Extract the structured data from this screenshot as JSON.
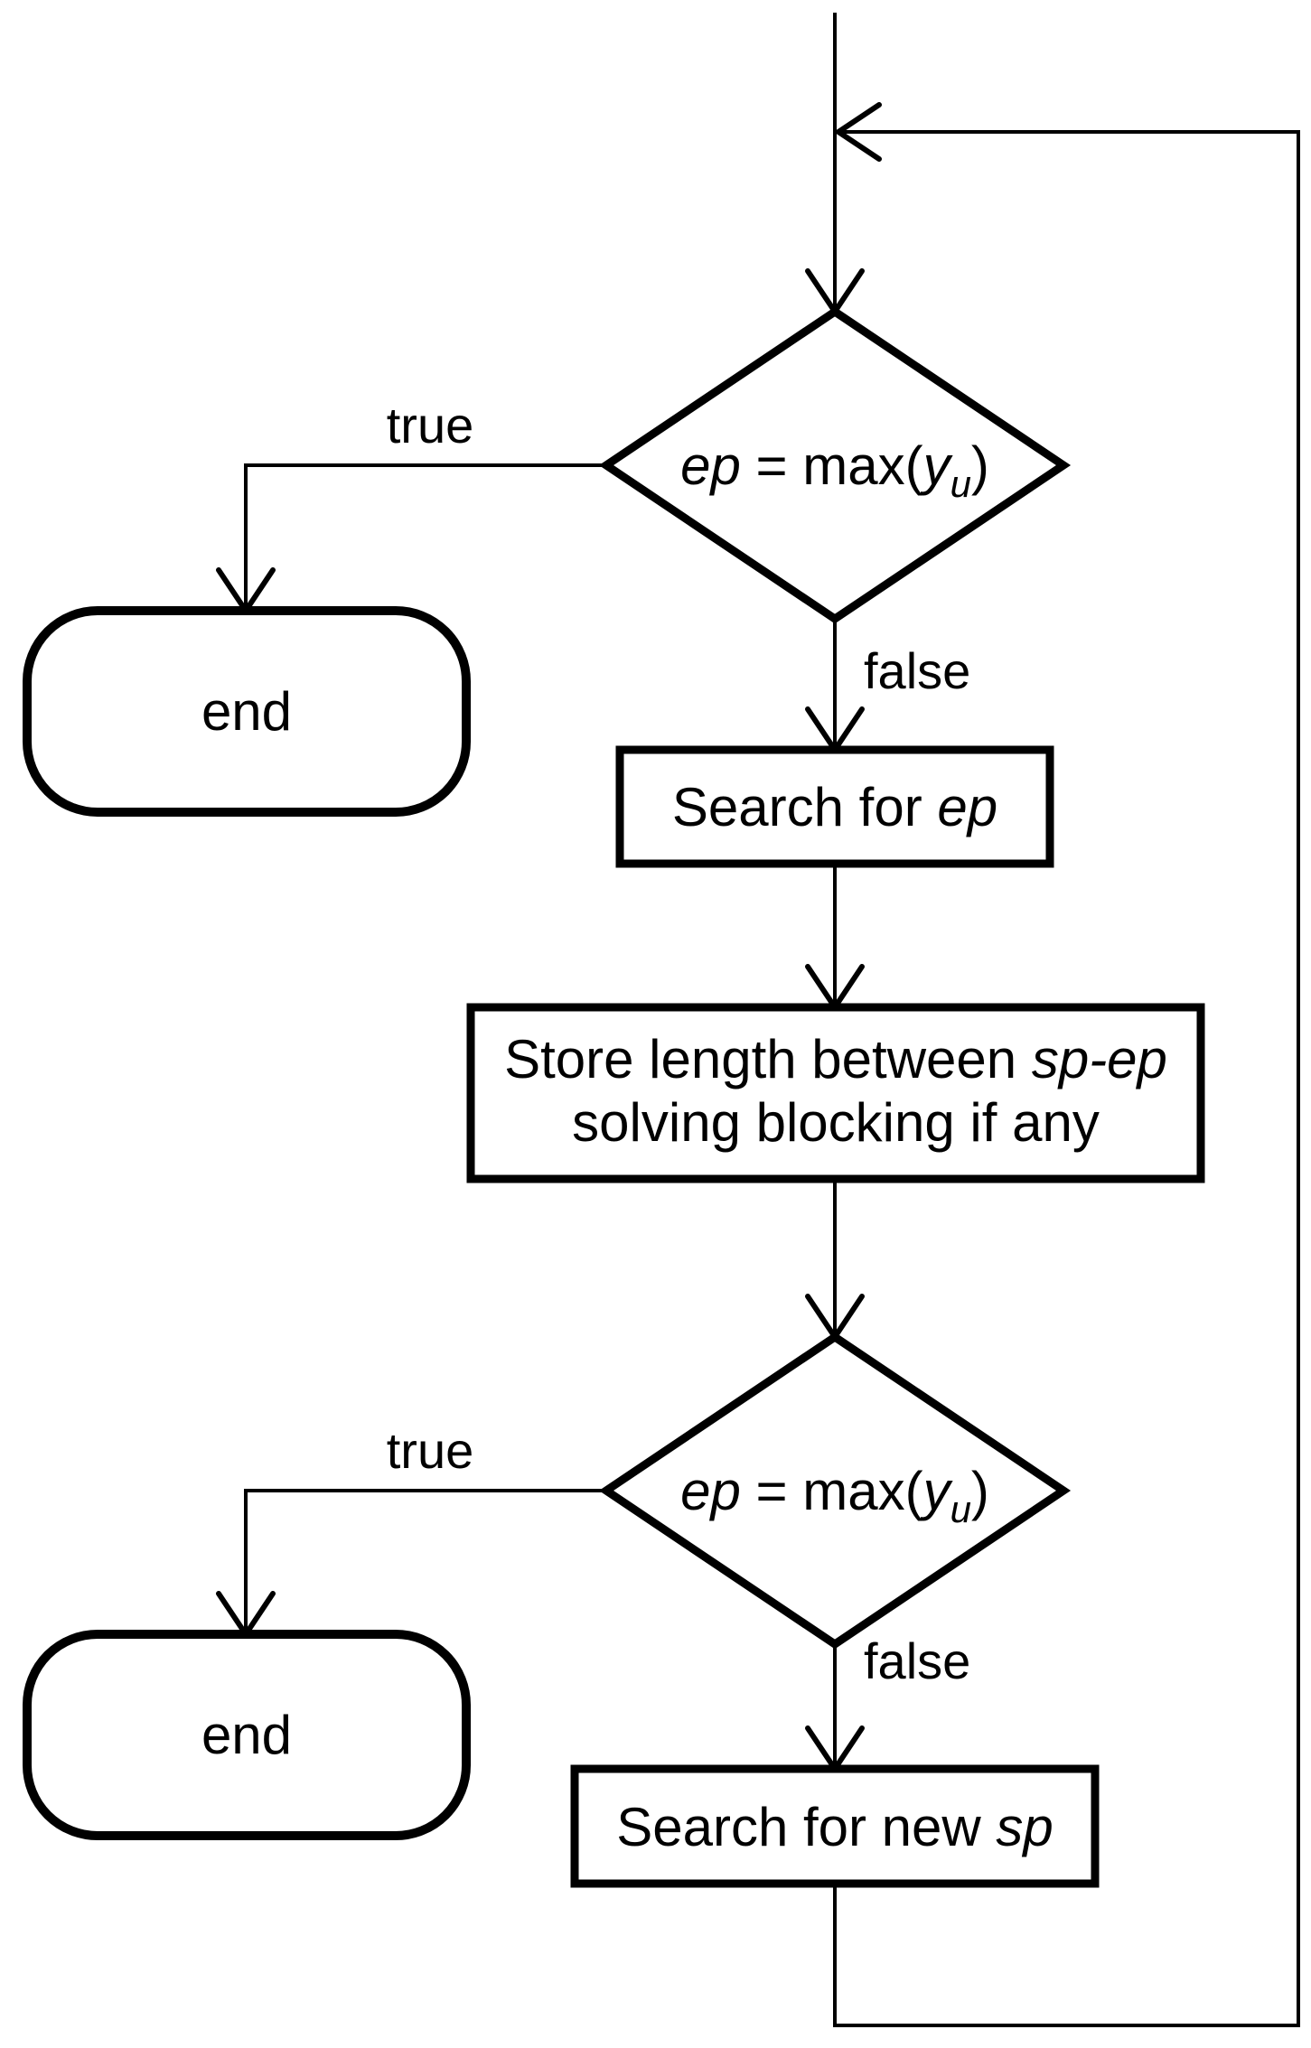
{
  "diagram": {
    "colors": {
      "background": "#ffffff",
      "line": "#000000",
      "text": "#000000"
    },
    "edge_labels": {
      "true1": "true",
      "false1": "false",
      "true2": "true",
      "false2": "false"
    },
    "nodes": {
      "decision1": {
        "var": "ep",
        "eq": " = max(",
        "func_var": "y",
        "sub": "u",
        "close": ")"
      },
      "end1": {
        "label": "end"
      },
      "process_search_ep": {
        "prefix": "Search for ",
        "var": "ep"
      },
      "process_store": {
        "line1_prefix": "Store length between ",
        "line1_var": "sp-ep",
        "line2": "solving blocking if any"
      },
      "decision2": {
        "var": "ep",
        "eq": " = max(",
        "func_var": "y",
        "sub": "u",
        "close": ")"
      },
      "end2": {
        "label": "end"
      },
      "process_search_sp": {
        "prefix": "Search for new ",
        "var": "sp"
      }
    }
  }
}
